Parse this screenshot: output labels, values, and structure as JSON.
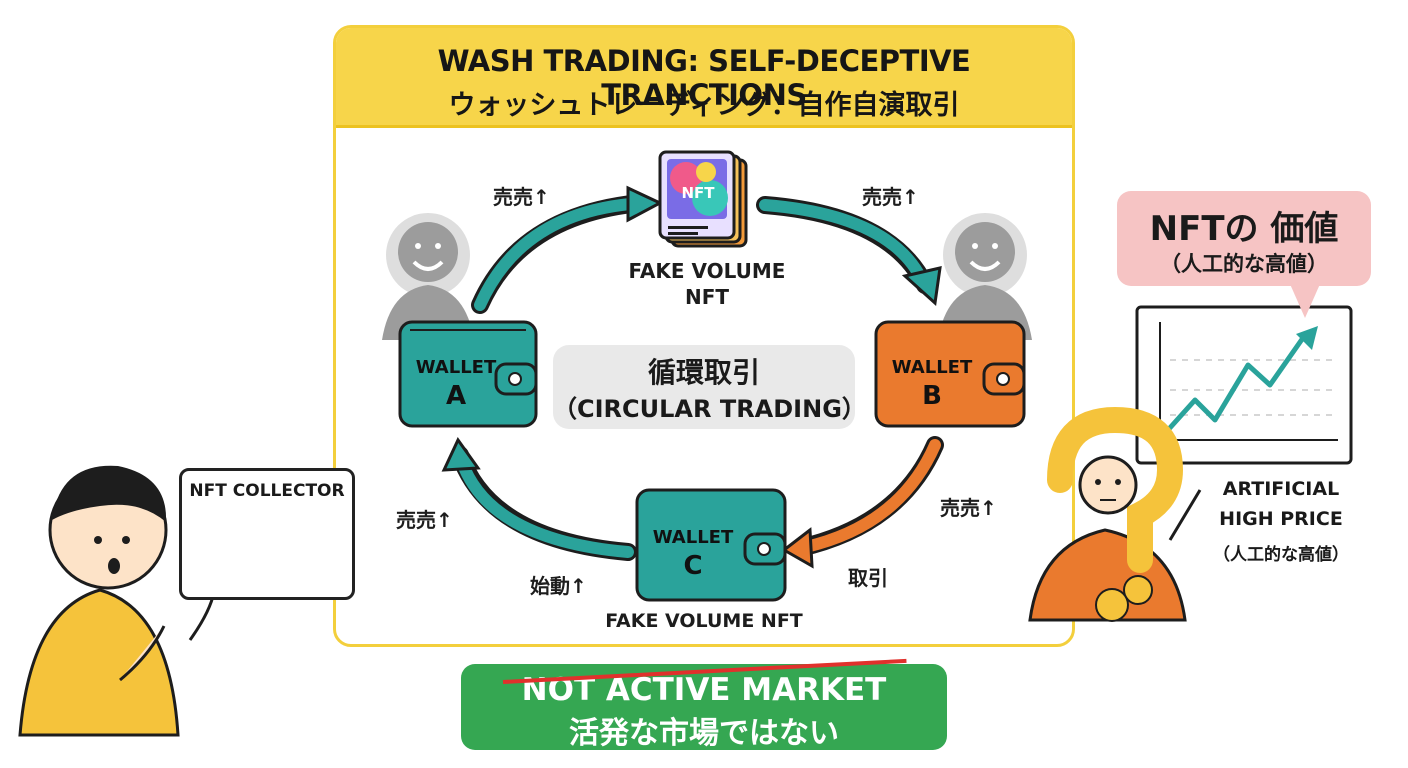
{
  "title": {
    "en": "WASH TRADING: SELF-DECEPTIVE TRANCTIONS",
    "ja": "ウォッシュトレーディング：自作自演取引"
  },
  "nft_card": {
    "badge": "NFT",
    "caption": "FAKE VOLUME\nNFT"
  },
  "arrows": {
    "top_left": "売売↑",
    "top_right": "売売↑",
    "right": "売売↑",
    "right_bottom": "取引",
    "left": "売売↑",
    "bottom_left": "始動↑"
  },
  "center": {
    "ja": "循環取引",
    "en": "（CIRCULAR TRADING）"
  },
  "wallets": {
    "a": {
      "label": "WALLET",
      "letter": "A",
      "color": "#2aa39b"
    },
    "b": {
      "label": "WALLET",
      "letter": "B",
      "color": "#ea7a2e"
    },
    "c": {
      "label": "WALLET",
      "letter": "C",
      "color": "#2aa39b",
      "caption": "FAKE VOLUME NFT"
    }
  },
  "status": {
    "strike": "NOT ACTIVE MARKET",
    "ja": "活発な市場ではない"
  },
  "collector": {
    "board_title": "NFT COLLECTOR"
  },
  "value_bubble": {
    "title": "NFTの 価値",
    "subtitle": "（人工的な高値）"
  },
  "artificial": {
    "line1": "ARTIFICIAL",
    "line2": "HIGH PRICE",
    "line3": "（人工的な高値）"
  },
  "colors": {
    "teal": "#2aa39b",
    "orange": "#ea7a2e",
    "yellow": "#f7d54a",
    "green": "#35a752",
    "red": "#e0312c",
    "pink": "#f6c4c4"
  }
}
